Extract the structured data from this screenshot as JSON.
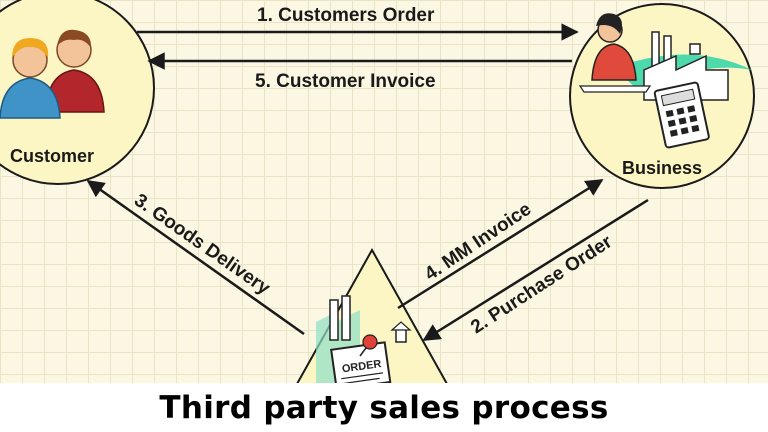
{
  "nodes": {
    "customer": "Customer",
    "business": "Business",
    "vendor_doc": "ORDER"
  },
  "flows": {
    "customers_order": "1.  Customers Order",
    "purchase_order": "2. Purchase Order",
    "goods_delivery": "3.  Goods Delivery",
    "mm_invoice": "4. MM Invoice",
    "customer_invoice": "5.  Customer Invoice"
  },
  "caption": "Third party sales process",
  "colors": {
    "background": "#fbf7e2",
    "circle_fill": "#fcf6c4",
    "arrow": "#1a1a1a",
    "caption_bg": "#ffffff"
  }
}
